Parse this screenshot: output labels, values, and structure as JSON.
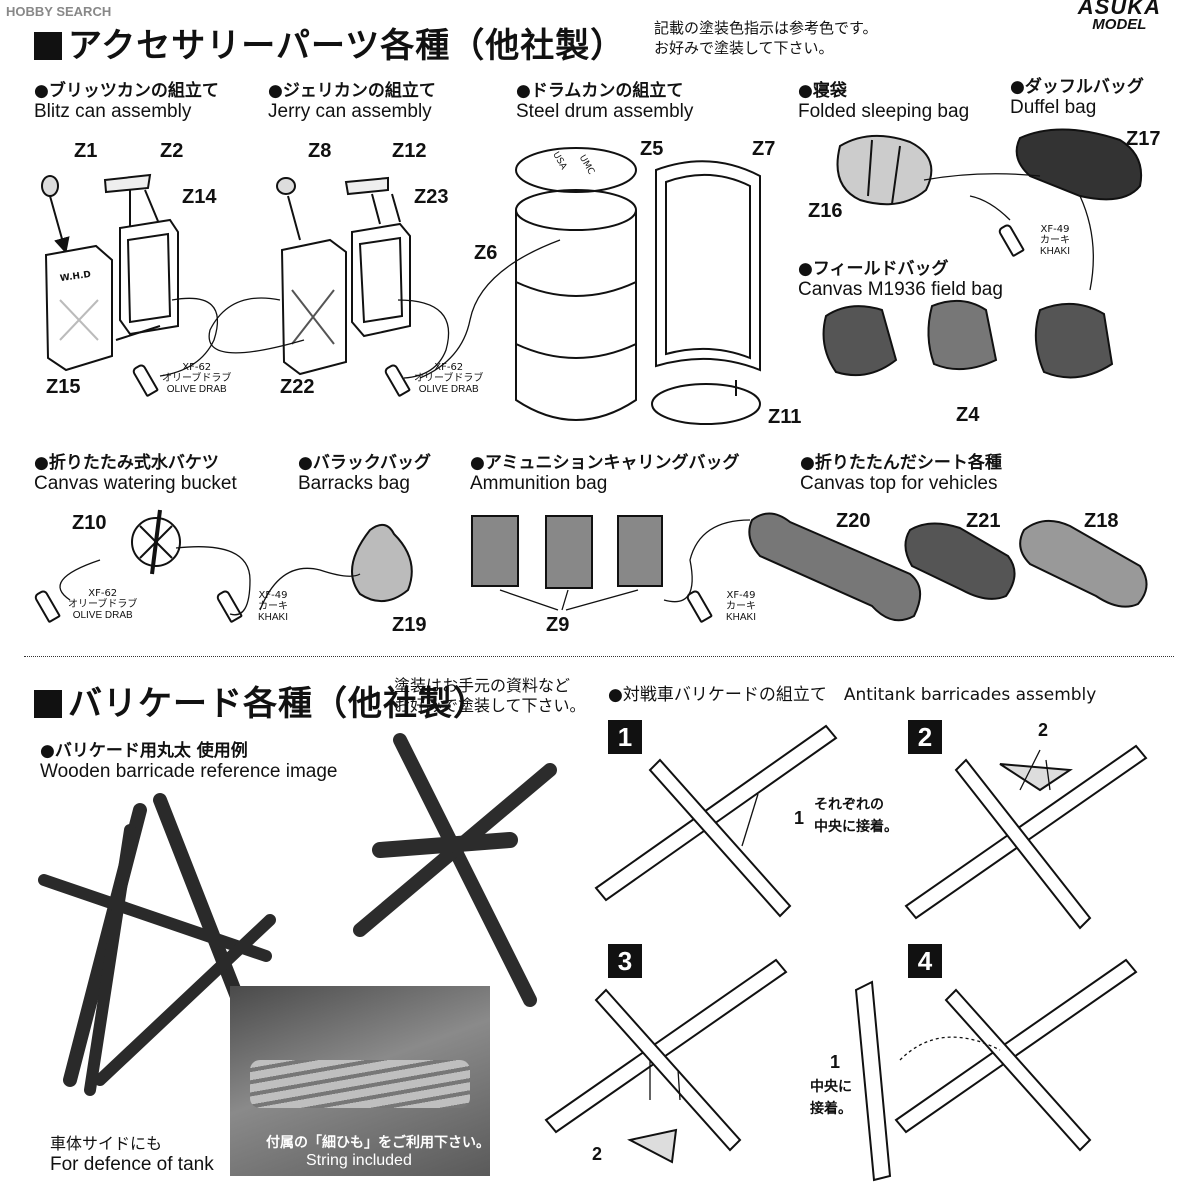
{
  "header": {
    "watermark_left": "HOBBY SEARCH",
    "brand_line1": "ASUKA",
    "brand_line2": "MODEL"
  },
  "section1": {
    "title": "アクセサリーパーツ各種（他社製）",
    "note_line1": "記載の塗装色指示は参考色です。",
    "note_line2": "お好みで塗装して下さい。"
  },
  "items": {
    "blitz": {
      "jp": "●ブリッツカンの組立て",
      "en": "Blitz can assembly"
    },
    "jerry": {
      "jp": "●ジェリカンの組立て",
      "en": "Jerry can assembly"
    },
    "drum": {
      "jp": "●ドラムカンの組立て",
      "en": "Steel drum assembly"
    },
    "sleeping": {
      "jp": "●寝袋",
      "en": "Folded sleeping bag"
    },
    "duffel": {
      "jp": "●ダッフルバッグ",
      "en": "Duffel bag"
    },
    "field": {
      "jp": "●フィールドバッグ",
      "en": "Canvas M1936 field bag"
    },
    "bucket": {
      "jp": "●折りたたみ式水バケツ",
      "en": "Canvas watering bucket"
    },
    "barracks": {
      "jp": "●バラックバッグ",
      "en": "Barracks bag"
    },
    "ammo": {
      "jp": "●アミュニションキャリングバッグ",
      "en": "Ammunition bag"
    },
    "canvas": {
      "jp": "●折りたたんだシート各種",
      "en": "Canvas top for vehicles"
    }
  },
  "parts": {
    "z1": "Z1",
    "z2": "Z2",
    "z14": "Z14",
    "z15": "Z15",
    "z8": "Z8",
    "z12": "Z12",
    "z23": "Z23",
    "z22": "Z22",
    "z5": "Z5",
    "z7": "Z7",
    "z6": "Z6",
    "z11": "Z11",
    "z16": "Z16",
    "z17": "Z17",
    "z4": "Z4",
    "z10": "Z10",
    "z19": "Z19",
    "z9": "Z9",
    "z20": "Z20",
    "z21": "Z21",
    "z18": "Z18"
  },
  "can_markings": {
    "blitz": "W.H.D",
    "drum1": "USA",
    "drum2": "UMC"
  },
  "paints": {
    "olive_code": "XF-62",
    "olive_jp": "オリーブドラブ",
    "olive_en": "OLIVE DRAB",
    "khaki_code": "XF-49",
    "khaki_jp": "カーキ",
    "khaki_en": "KHAKI"
  },
  "section2": {
    "title": "バリケード各種（他社製）",
    "note_line1": "塗装はお手元の資料など",
    "note_line2": "お好みで塗装して下さい。",
    "ref_jp": "●バリケード用丸太 使用例",
    "ref_en": "Wooden barricade reference image",
    "side_jp": "車体サイドにも",
    "side_en": "For defence of tank",
    "string_jp": "付属の「細ひも」をご利用下さい。",
    "string_en": "String included",
    "antitank_title": "●対戦車バリケードの組立て　Antitank barricades assembly",
    "steps": [
      "1",
      "2",
      "3",
      "4"
    ],
    "step1_part": "1",
    "step1_note_l1": "それぞれの",
    "step1_note_l2": "中央に接着。",
    "step2_part": "2",
    "step3_part": "2",
    "step4_part": "1",
    "step4_note_l1": "中央に",
    "step4_note_l2": "接着。"
  }
}
